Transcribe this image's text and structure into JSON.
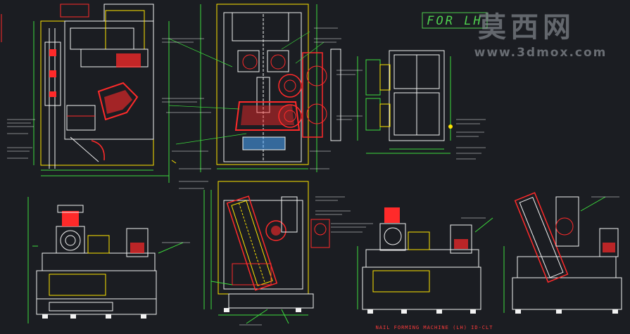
{
  "title_box": {
    "text": "FOR LH",
    "color": "#4fd14f"
  },
  "watermark": {
    "logo": "莫西网",
    "url": "www.3dmox.com",
    "color": "#8a8f96"
  },
  "footer_title": {
    "text": "NAIL FORMING MACHINE (LH) ID-CLT",
    "color": "#ff3b3b"
  },
  "colors": {
    "background": "#1b1d22",
    "frame": "#f2f2f2",
    "outline": "#ffe500",
    "detail": "#ff2a2a",
    "dimension": "#3ddc3d",
    "callout": "#ff55ff",
    "aux": "#4aa8ff"
  },
  "views": [
    {
      "name": "side-view-top-left"
    },
    {
      "name": "front-view-top-center"
    },
    {
      "name": "top-view-right"
    },
    {
      "name": "front-elevation-1"
    },
    {
      "name": "section-view-center"
    },
    {
      "name": "front-elevation-2"
    },
    {
      "name": "side-elevation-right"
    }
  ]
}
